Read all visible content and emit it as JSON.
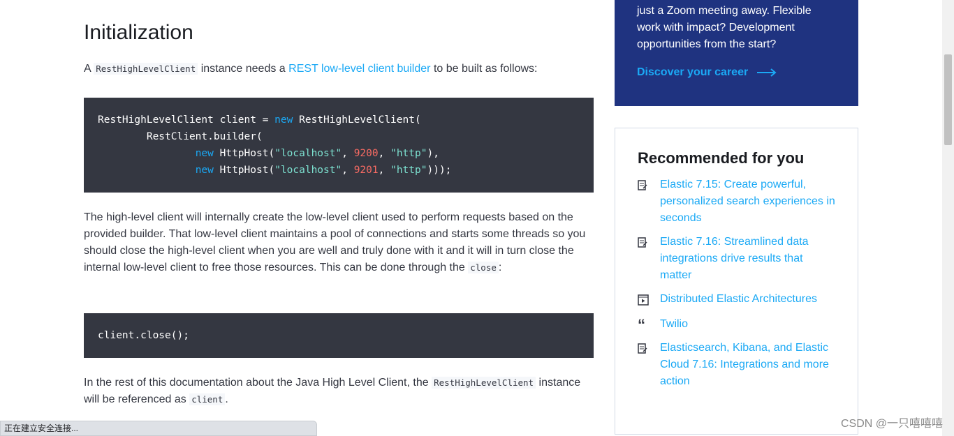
{
  "section_title": "Initialization",
  "intro": {
    "prefix": "A",
    "code": "RestHighLevelClient",
    "middle": "instance needs a",
    "link": "REST low-level client builder",
    "suffix": "to be built as follows:"
  },
  "code_block_1": {
    "line1_a": "RestHighLevelClient client = ",
    "line1_kw": "new",
    "line1_b": " RestHighLevelClient(",
    "line2": "        RestClient.builder(",
    "line3_indent": "                ",
    "line3_kw": "new",
    "line3_a": " HttpHost(",
    "line3_str1": "\"localhost\"",
    "line3_sep1": ", ",
    "line3_num": "9200",
    "line3_sep2": ", ",
    "line3_str2": "\"http\"",
    "line3_end": "),",
    "line4_indent": "                ",
    "line4_kw": "new",
    "line4_a": " HttpHost(",
    "line4_str1": "\"localhost\"",
    "line4_sep1": ", ",
    "line4_num": "9201",
    "line4_sep2": ", ",
    "line4_str2": "\"http\"",
    "line4_end": ")));"
  },
  "para2": {
    "text": "The high-level client will internally create the low-level client used to perform requests based on the provided builder. That low-level client maintains a pool of connections and starts some threads so you should close the high-level client when you are well and truly done with it and it will in turn close the internal low-level client to free those resources. This can be done through the",
    "code": "close",
    "suffix": ":"
  },
  "code_block_2": {
    "line1": "client.close();"
  },
  "para3": {
    "prefix": "In the rest of this documentation about the Java High Level Client, the",
    "code1": "RestHighLevelClient",
    "middle": "instance will be referenced as",
    "code2": "client",
    "suffix": "."
  },
  "promo": {
    "text": "just a Zoom meeting away. Flexible work with impact? Development opportunities from the start?",
    "link": "Discover your career"
  },
  "recommended": {
    "title": "Recommended for you",
    "items": [
      {
        "label": "Elastic 7.15: Create powerful, personalized search experiences in seconds",
        "icon": "document-icon"
      },
      {
        "label": "Elastic 7.16: Streamlined data integrations drive results that matter",
        "icon": "document-icon"
      },
      {
        "label": "Distributed Elastic Architectures",
        "icon": "video-icon"
      },
      {
        "label": "Twilio",
        "icon": "quote-icon"
      },
      {
        "label": "Elasticsearch, Kibana, and Elastic Cloud 7.16: Integrations and more action",
        "icon": "document-icon"
      }
    ]
  },
  "status_bar": "正在建立安全连接...",
  "watermark": "CSDN @一只嘻嘻嘻"
}
